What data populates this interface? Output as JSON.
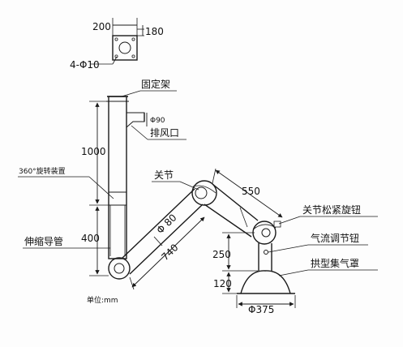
{
  "mount": {
    "width_label": "200",
    "height_label": "180",
    "holes_label": "4-Φ10"
  },
  "labels": {
    "fixed_bracket": "固定架",
    "exhaust_port": "排风口",
    "exhaust_diameter": "Φ90",
    "rotation_device": "360°旋转装置",
    "joint": "关节",
    "joint_lock_knob": "关节松紧旋钮",
    "telescopic_tube": "伸缩导管",
    "airflow_knob": "气流调节钮",
    "hood": "拱型集气罩",
    "unit": "单位:mm"
  },
  "dimensions": {
    "upper_height": "1000",
    "lower_height": "400",
    "arm_diameter": "Φ 80",
    "arm_length_1": "740",
    "arm_length_2": "550",
    "knob_height": "250",
    "hood_height": "120",
    "hood_diameter": "Φ375"
  }
}
